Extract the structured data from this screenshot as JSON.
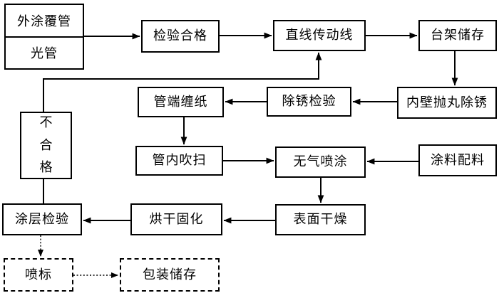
{
  "page": {
    "background": "#ffffff",
    "line_color": "#000000",
    "text_color": "#000000"
  },
  "flowchart": {
    "nodes": {
      "coated_pipe": {
        "label": "外涂覆管"
      },
      "bare_pipe": {
        "label": "光管"
      },
      "incoming_inspection": {
        "label": "检验合格"
      },
      "straight_conveyor_line": {
        "label": "直线传动线"
      },
      "rack_storage": {
        "label": "台架储存"
      },
      "inner_wall_shot_blast_derusting": {
        "label": "内壁抛丸除锈"
      },
      "derusting_inspection": {
        "label": "除锈检验"
      },
      "pipe_end_paper_wrap": {
        "label": "管端缠纸"
      },
      "in_pipe_purging": {
        "label": "管内吹扫"
      },
      "airless_spraying": {
        "label": "无气喷涂"
      },
      "coating_material_batching": {
        "label": "涂料配料"
      },
      "surface_drying": {
        "label": "表面干燥"
      },
      "bake_curing": {
        "label": "烘干固化"
      },
      "coating_inspection": {
        "label": "涂层检验"
      },
      "unqualified": {
        "label": "不合格"
      },
      "spray_marking": {
        "label": "喷标"
      },
      "packing_storage": {
        "label": "包装储存"
      }
    },
    "edges": [
      {
        "from": "coated_pipe_bare_pipe",
        "to": "incoming_inspection",
        "style": "solid-arrow"
      },
      {
        "from": "incoming_inspection",
        "to": "straight_conveyor_line",
        "style": "solid-arrow"
      },
      {
        "from": "straight_conveyor_line",
        "to": "rack_storage",
        "style": "solid-arrow"
      },
      {
        "from": "rack_storage",
        "to": "inner_wall_shot_blast_derusting",
        "style": "solid-arrow"
      },
      {
        "from": "inner_wall_shot_blast_derusting",
        "to": "derusting_inspection",
        "style": "solid-arrow"
      },
      {
        "from": "derusting_inspection",
        "to": "pipe_end_paper_wrap",
        "style": "solid-arrow"
      },
      {
        "from": "pipe_end_paper_wrap",
        "to": "in_pipe_purging",
        "style": "solid-arrow"
      },
      {
        "from": "in_pipe_purging",
        "to": "airless_spraying",
        "style": "solid-arrow"
      },
      {
        "from": "coating_material_batching",
        "to": "airless_spraying",
        "style": "solid-arrow"
      },
      {
        "from": "airless_spraying",
        "to": "surface_drying",
        "style": "solid-arrow"
      },
      {
        "from": "surface_drying",
        "to": "bake_curing",
        "style": "solid-arrow"
      },
      {
        "from": "bake_curing",
        "to": "coating_inspection",
        "style": "solid-arrow"
      },
      {
        "from": "coating_inspection",
        "to": "unqualified",
        "style": "solid-line"
      },
      {
        "from": "unqualified",
        "to": "straight_conveyor_line",
        "style": "solid-arrow"
      },
      {
        "from": "coating_inspection",
        "to": "spray_marking",
        "style": "dotted-arrow"
      },
      {
        "from": "spray_marking",
        "to": "packing_storage",
        "style": "dotted-arrow"
      }
    ]
  }
}
